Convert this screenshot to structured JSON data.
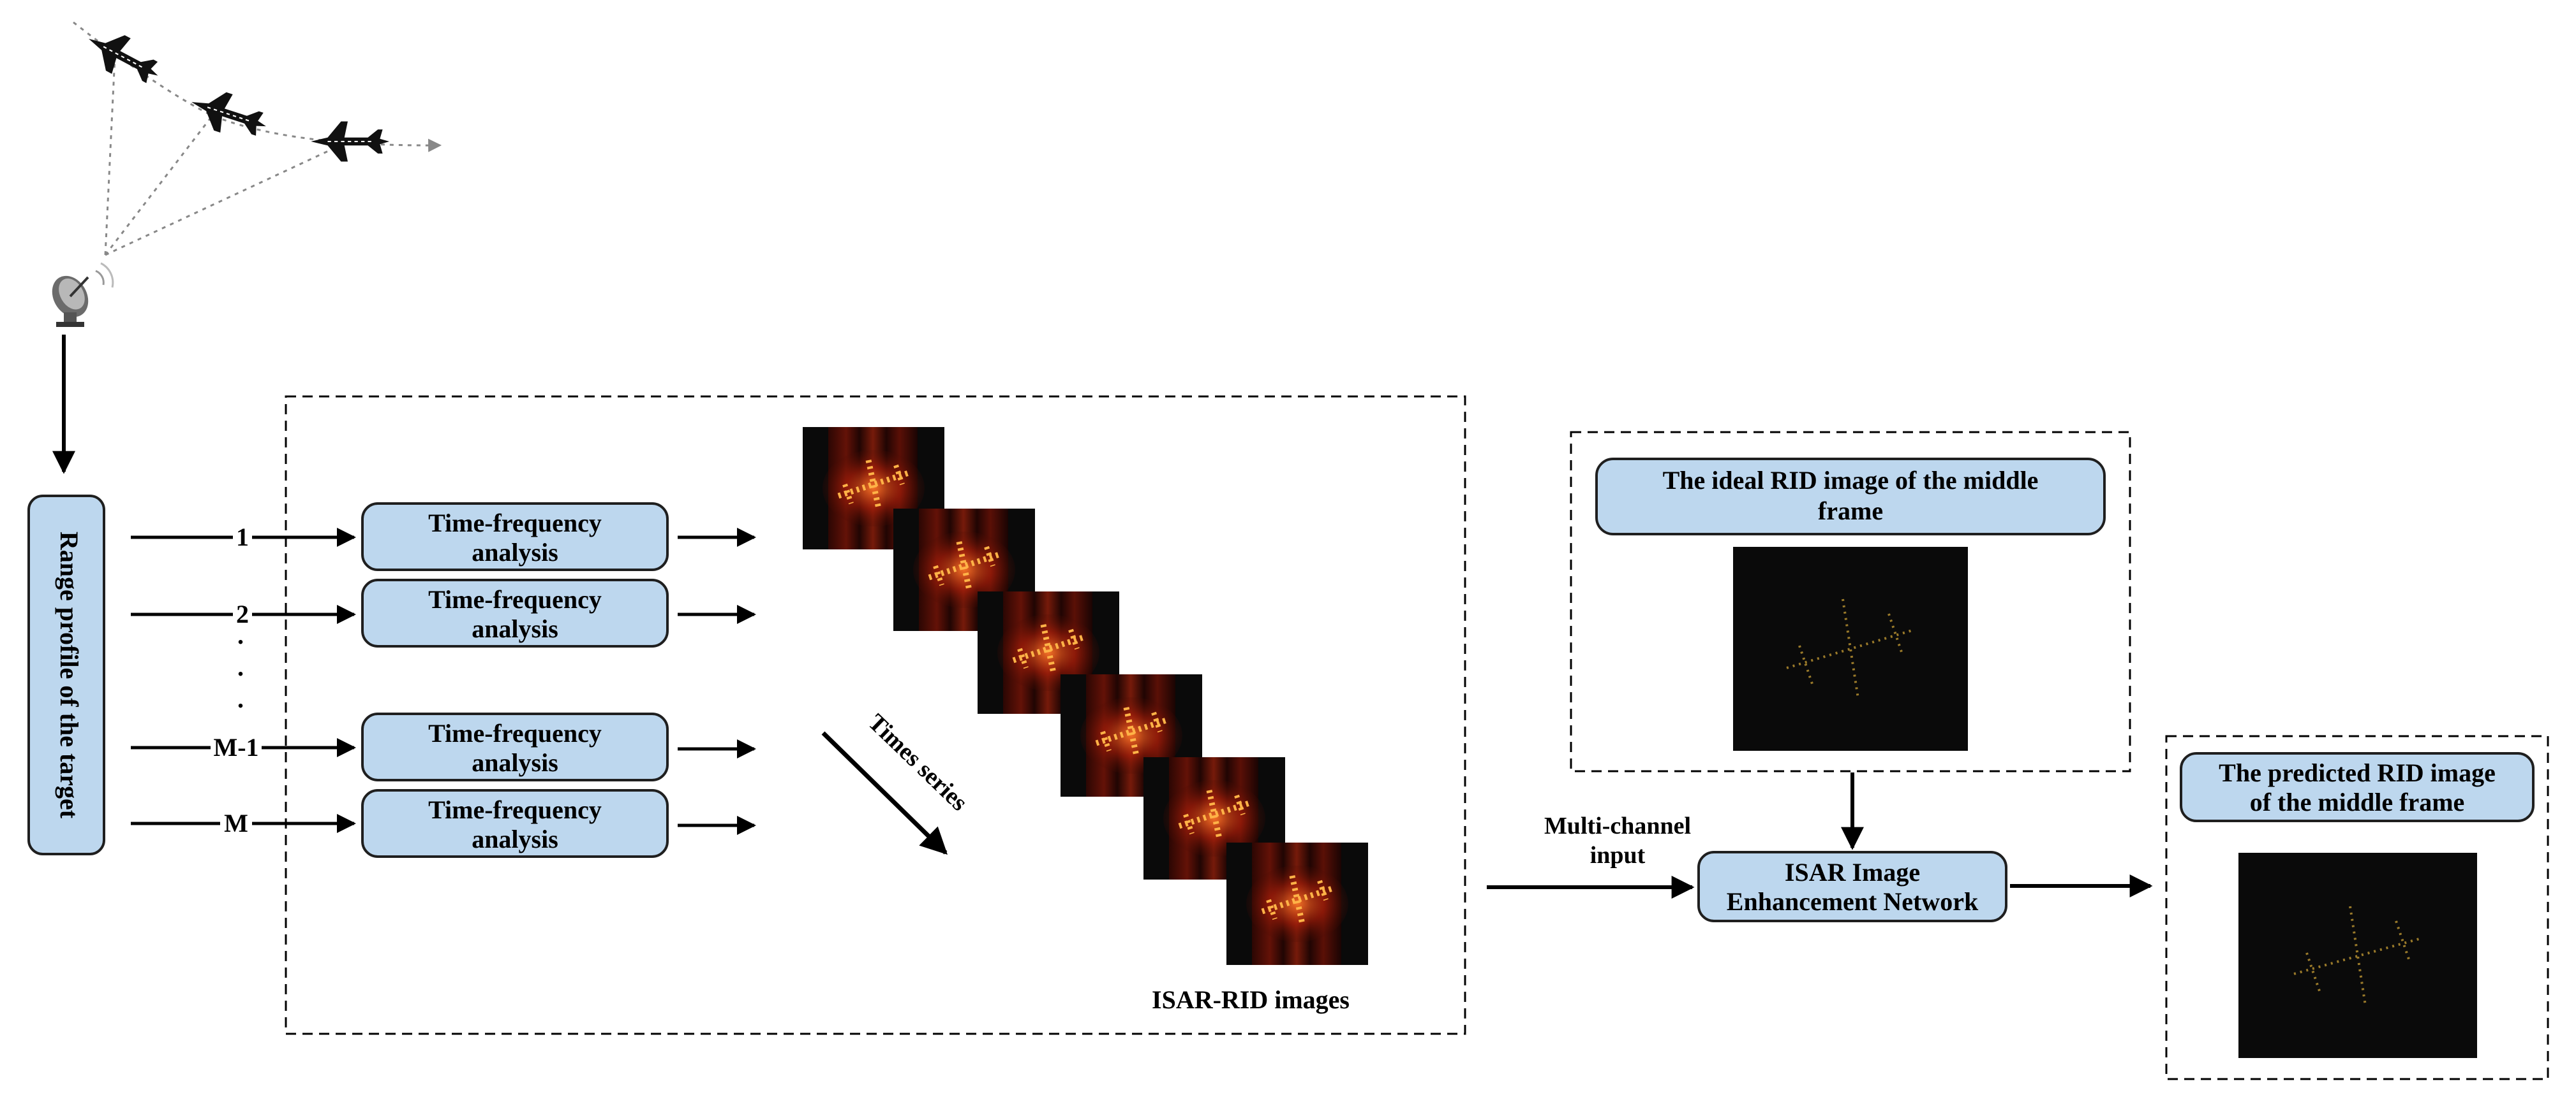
{
  "input_box": {
    "label": "Range profile of the target"
  },
  "channels": [
    {
      "index": "1",
      "tf_label_1": "Time-frequency",
      "tf_label_2": "analysis"
    },
    {
      "index": "2",
      "tf_label_1": "Time-frequency",
      "tf_label_2": "analysis"
    },
    {
      "index": "M-1",
      "tf_label_1": "Time-frequency",
      "tf_label_2": "analysis"
    },
    {
      "index": "M",
      "tf_label_1": "Time-frequency",
      "tf_label_2": "analysis"
    }
  ],
  "ellipsis": ".",
  "time_series_label": "Times series",
  "isar_rid_label": "ISAR-RID images",
  "multichannel_label_1": "Multi-channel",
  "multichannel_label_2": "input",
  "network_label_1": "ISAR Image",
  "network_label_2": "Enhancement Network",
  "ideal_title_1": "The ideal RID image of the middle",
  "ideal_title_2": "frame",
  "predicted_title_1": "The predicted RID image",
  "predicted_title_2": "of the middle frame",
  "colors": {
    "box_fill": "#bdd7ee",
    "box_stroke": "#1f1f1f",
    "rid_background": "#0a0a0a",
    "rid_glow": "#ff5a1e",
    "ideal_points": "#9a7a2a"
  },
  "icons": [
    "jet-icon",
    "radar-dish-icon"
  ]
}
